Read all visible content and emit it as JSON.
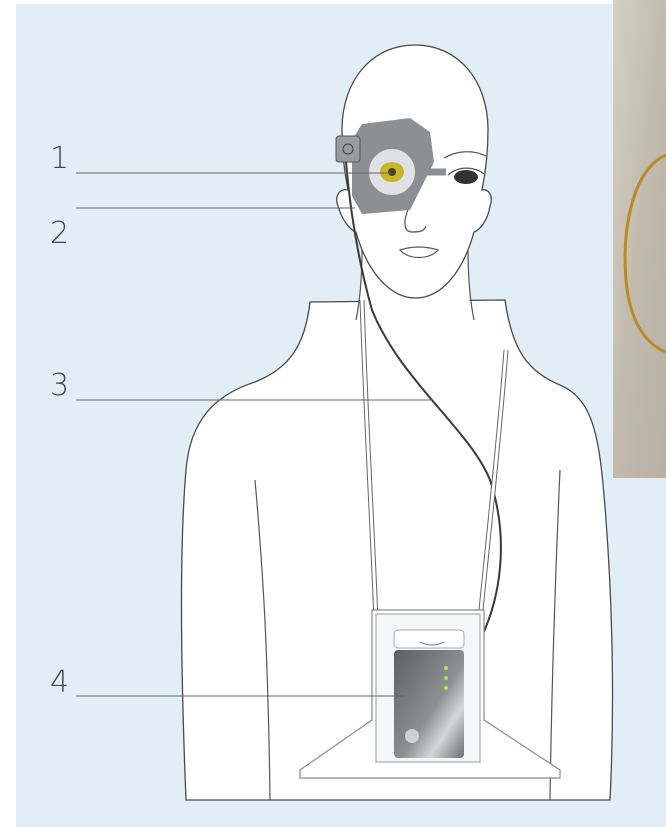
{
  "figure": {
    "callouts": [
      {
        "label": "1"
      },
      {
        "label": "2"
      },
      {
        "label": "3"
      },
      {
        "label": "4"
      }
    ],
    "colors": {
      "background": "#e2eef5",
      "photo_background": "#c8c1b4",
      "implant_ring": "#b98a2a",
      "device_gray": "#8d8f92",
      "eye_yellow": "#c9b52c"
    }
  }
}
